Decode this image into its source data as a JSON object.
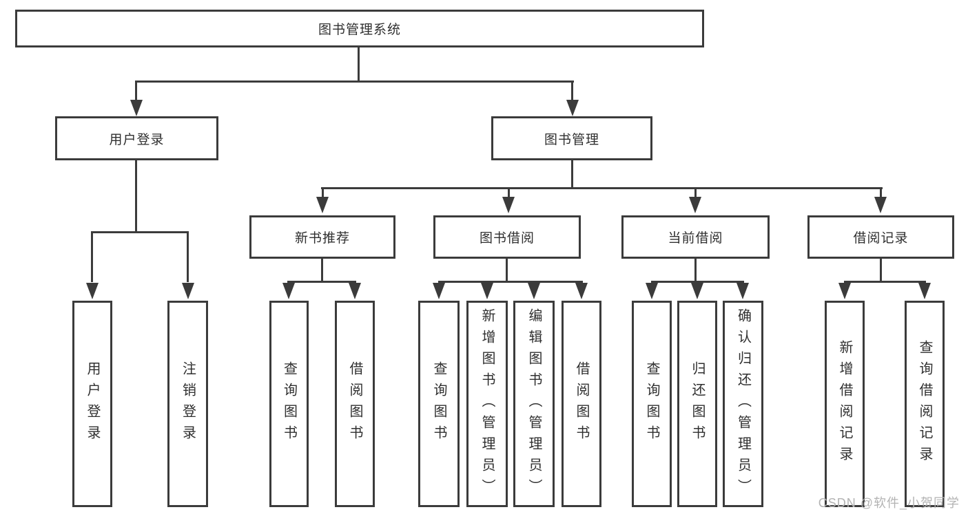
{
  "diagram": {
    "title": "图书管理系统",
    "root": {
      "label": "图书管理系统"
    },
    "branches": [
      {
        "label": "用户登录",
        "children": [
          {
            "label": "用户登录"
          },
          {
            "label": "注销登录"
          }
        ]
      },
      {
        "label": "图书管理",
        "children": [
          {
            "label": "新书推荐",
            "children": [
              {
                "label": "查询图书"
              },
              {
                "label": "借阅图书"
              }
            ]
          },
          {
            "label": "图书借阅",
            "children": [
              {
                "label": "查询图书"
              },
              {
                "label": "新增图书（管理员）"
              },
              {
                "label": "编辑图书（管理员）"
              },
              {
                "label": "借阅图书"
              }
            ]
          },
          {
            "label": "当前借阅",
            "children": [
              {
                "label": "查询图书"
              },
              {
                "label": "归还图书"
              },
              {
                "label": "确认归还（管理员）"
              }
            ]
          },
          {
            "label": "借阅记录",
            "children": [
              {
                "label": "新增借阅记录"
              },
              {
                "label": "查询借阅记录"
              }
            ]
          }
        ]
      }
    ]
  },
  "watermark": {
    "text": "CSDN @软件_小贺同学"
  },
  "colors": {
    "line": "#3b3b3b",
    "text": "#2f2f2f",
    "watermark": "#b3b3b3",
    "background": "#ffffff"
  }
}
